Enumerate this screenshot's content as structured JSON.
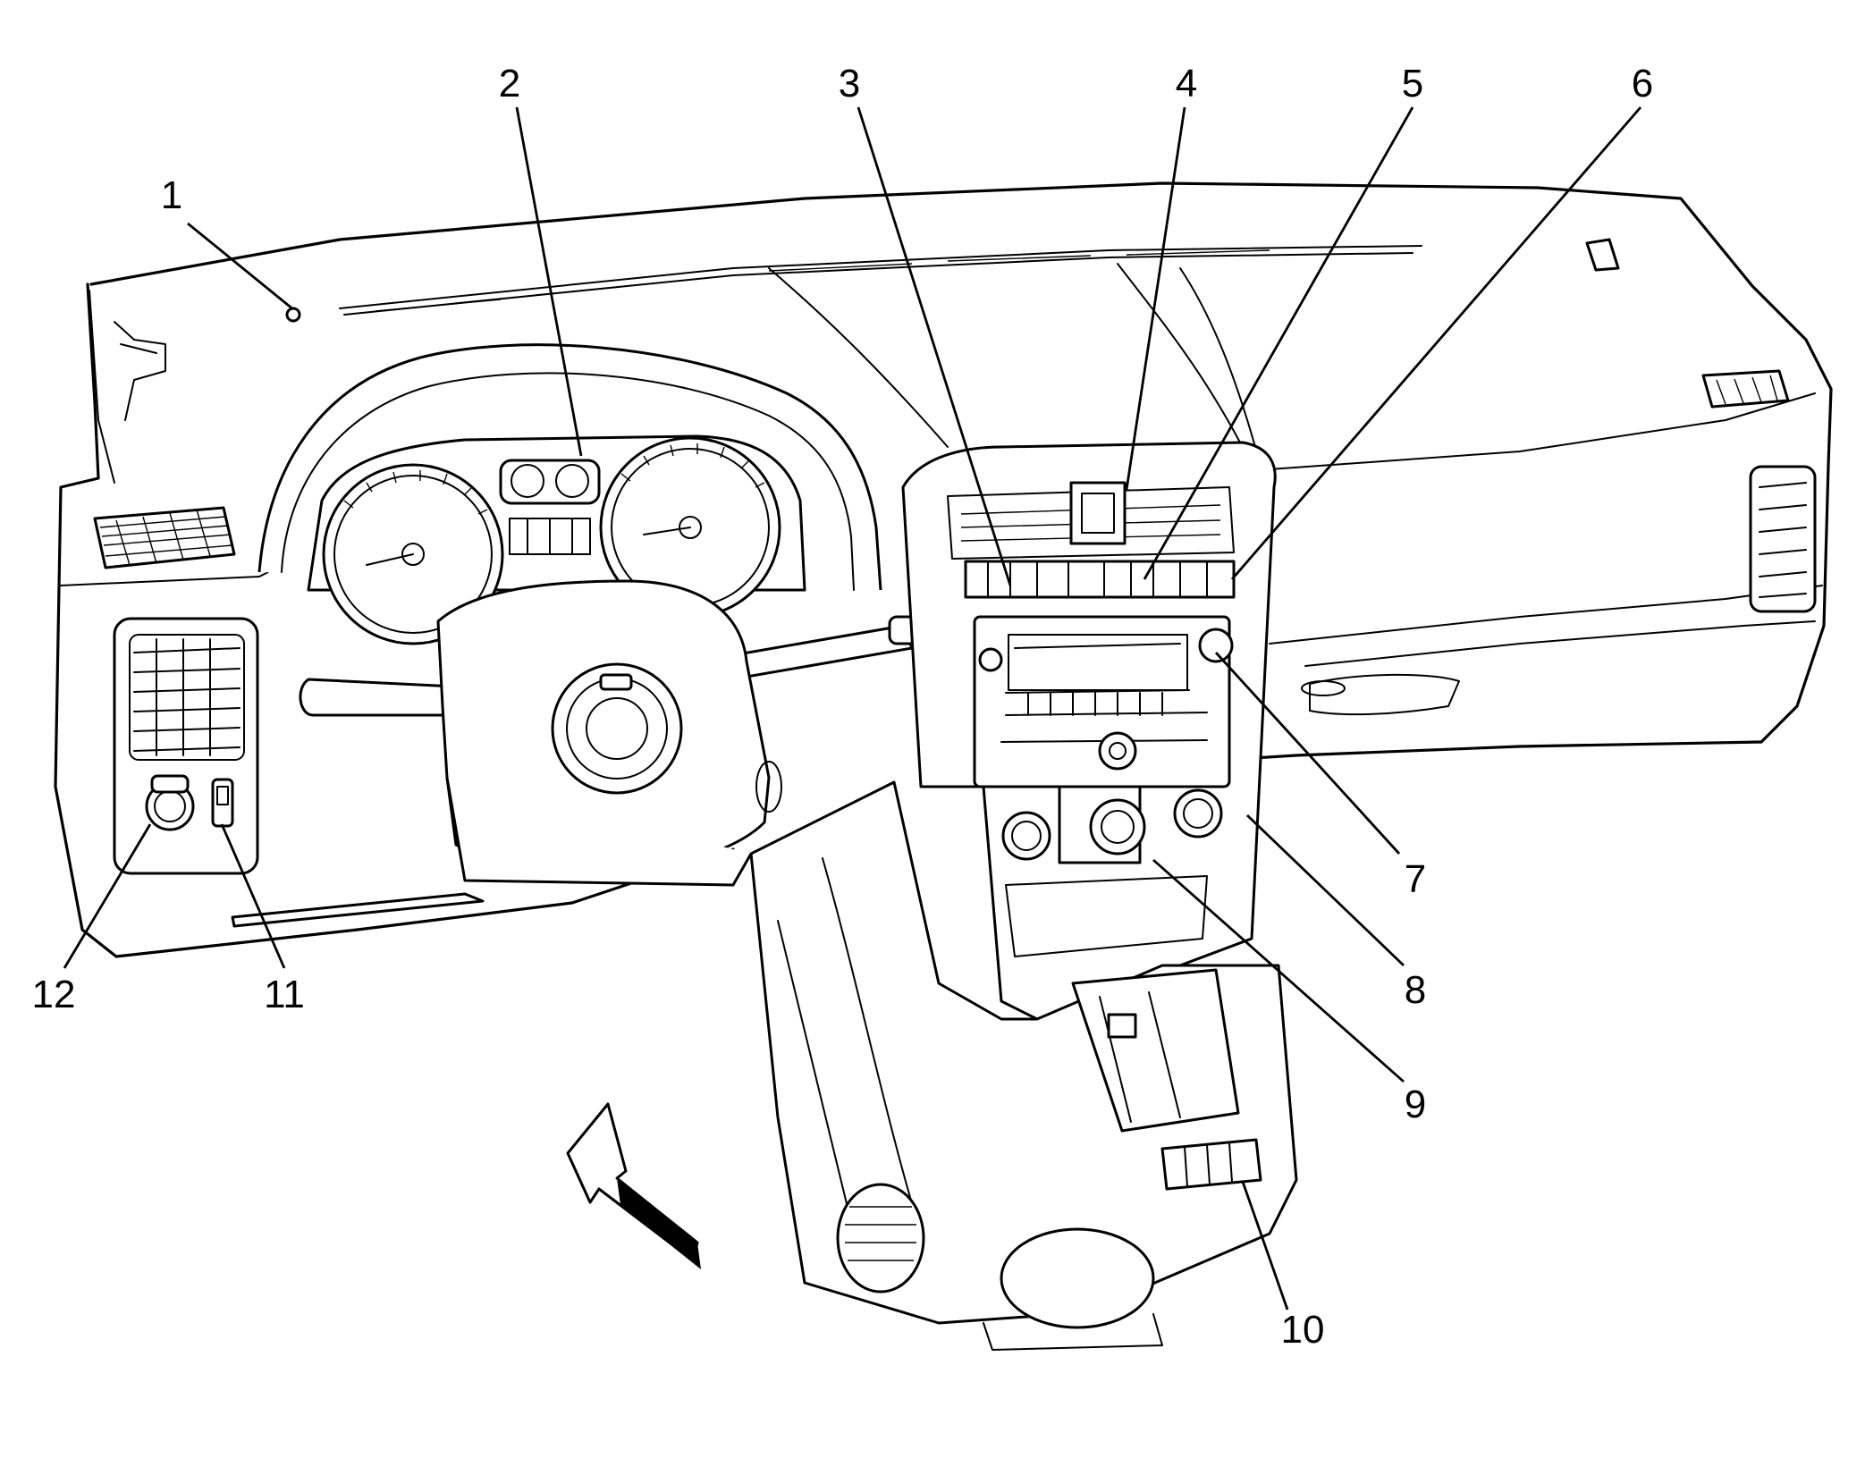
{
  "callouts": [
    {
      "id": "1",
      "label": "1"
    },
    {
      "id": "2",
      "label": "2"
    },
    {
      "id": "3",
      "label": "3"
    },
    {
      "id": "4",
      "label": "4"
    },
    {
      "id": "5",
      "label": "5"
    },
    {
      "id": "6",
      "label": "6"
    },
    {
      "id": "7",
      "label": "7"
    },
    {
      "id": "8",
      "label": "8"
    },
    {
      "id": "9",
      "label": "9"
    },
    {
      "id": "10",
      "label": "10"
    },
    {
      "id": "11",
      "label": "11"
    },
    {
      "id": "12",
      "label": "12"
    }
  ],
  "icons": {
    "view_direction": "view-direction-arrow-icon"
  }
}
